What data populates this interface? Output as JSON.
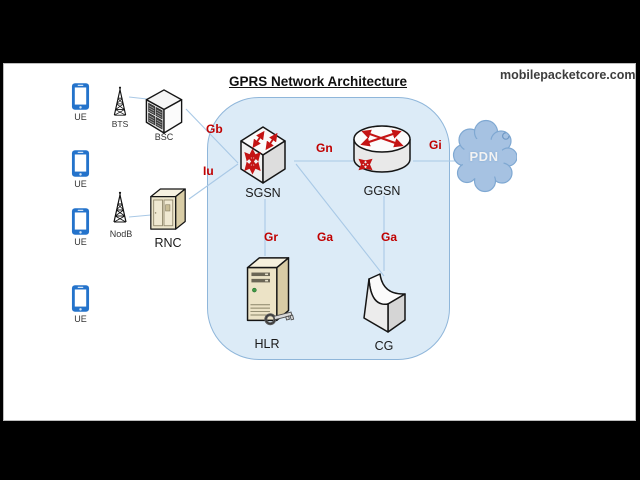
{
  "header": {
    "title": "GPRS Network Architecture",
    "watermark": "mobilepacketcore.com"
  },
  "nodes": {
    "ues": [
      {
        "label": "UE"
      },
      {
        "label": "UE"
      },
      {
        "label": "UE"
      },
      {
        "label": "UE"
      }
    ],
    "bts": {
      "label": "BTS"
    },
    "bsc": {
      "label": "BSC"
    },
    "nodb": {
      "label": "NodB"
    },
    "rnc": {
      "label": "RNC"
    },
    "sgsn": {
      "label": "SGSN"
    },
    "ggsn": {
      "label": "GGSN"
    },
    "hlr": {
      "label": "HLR"
    },
    "cg": {
      "label": "CG"
    },
    "pdn": {
      "label": "PDN"
    }
  },
  "interfaces": {
    "gb": {
      "label": "Gb"
    },
    "iu": {
      "label": "Iu"
    },
    "gn": {
      "label": "Gn"
    },
    "gi": {
      "label": "Gi"
    },
    "gr": {
      "label": "Gr"
    },
    "ga_sgsn_cg": {
      "label": "Ga"
    },
    "ga_ggsn_cg": {
      "label": "Ga"
    }
  },
  "colors": {
    "interface_label": "#c00000",
    "core_region_fill": "#dcebf7",
    "core_region_border": "#8fb6da",
    "link_line": "#a9c9e6",
    "ue_blue": "#2473cb",
    "cloud_fill": "#a6c2e2",
    "cloud_border": "#7fa8d2",
    "icon_arrow_red": "#c41414",
    "beige_front": "#ece3c6"
  }
}
